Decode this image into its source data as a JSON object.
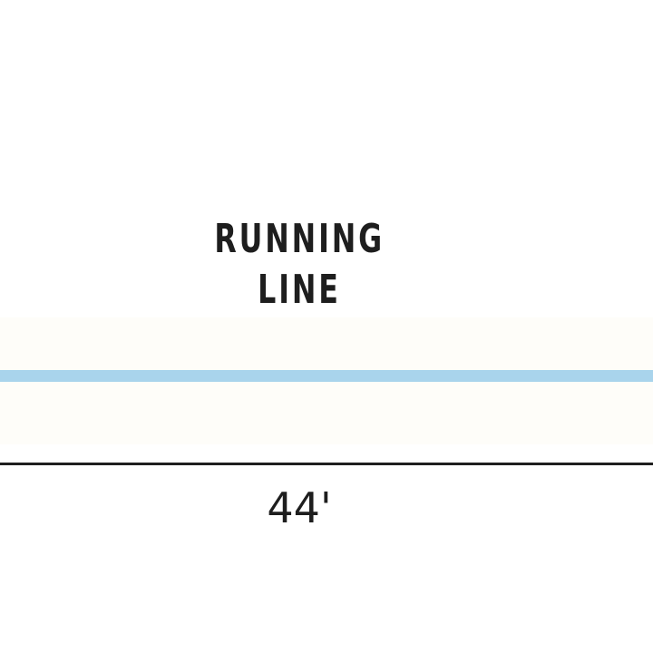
{
  "diagram": {
    "label_line1": "RUNNING",
    "label_line2": "LINE",
    "dimension": "44'",
    "colors": {
      "running_line": "#a9d4ec",
      "text": "#1e1e1e",
      "background": "#ffffff"
    }
  }
}
